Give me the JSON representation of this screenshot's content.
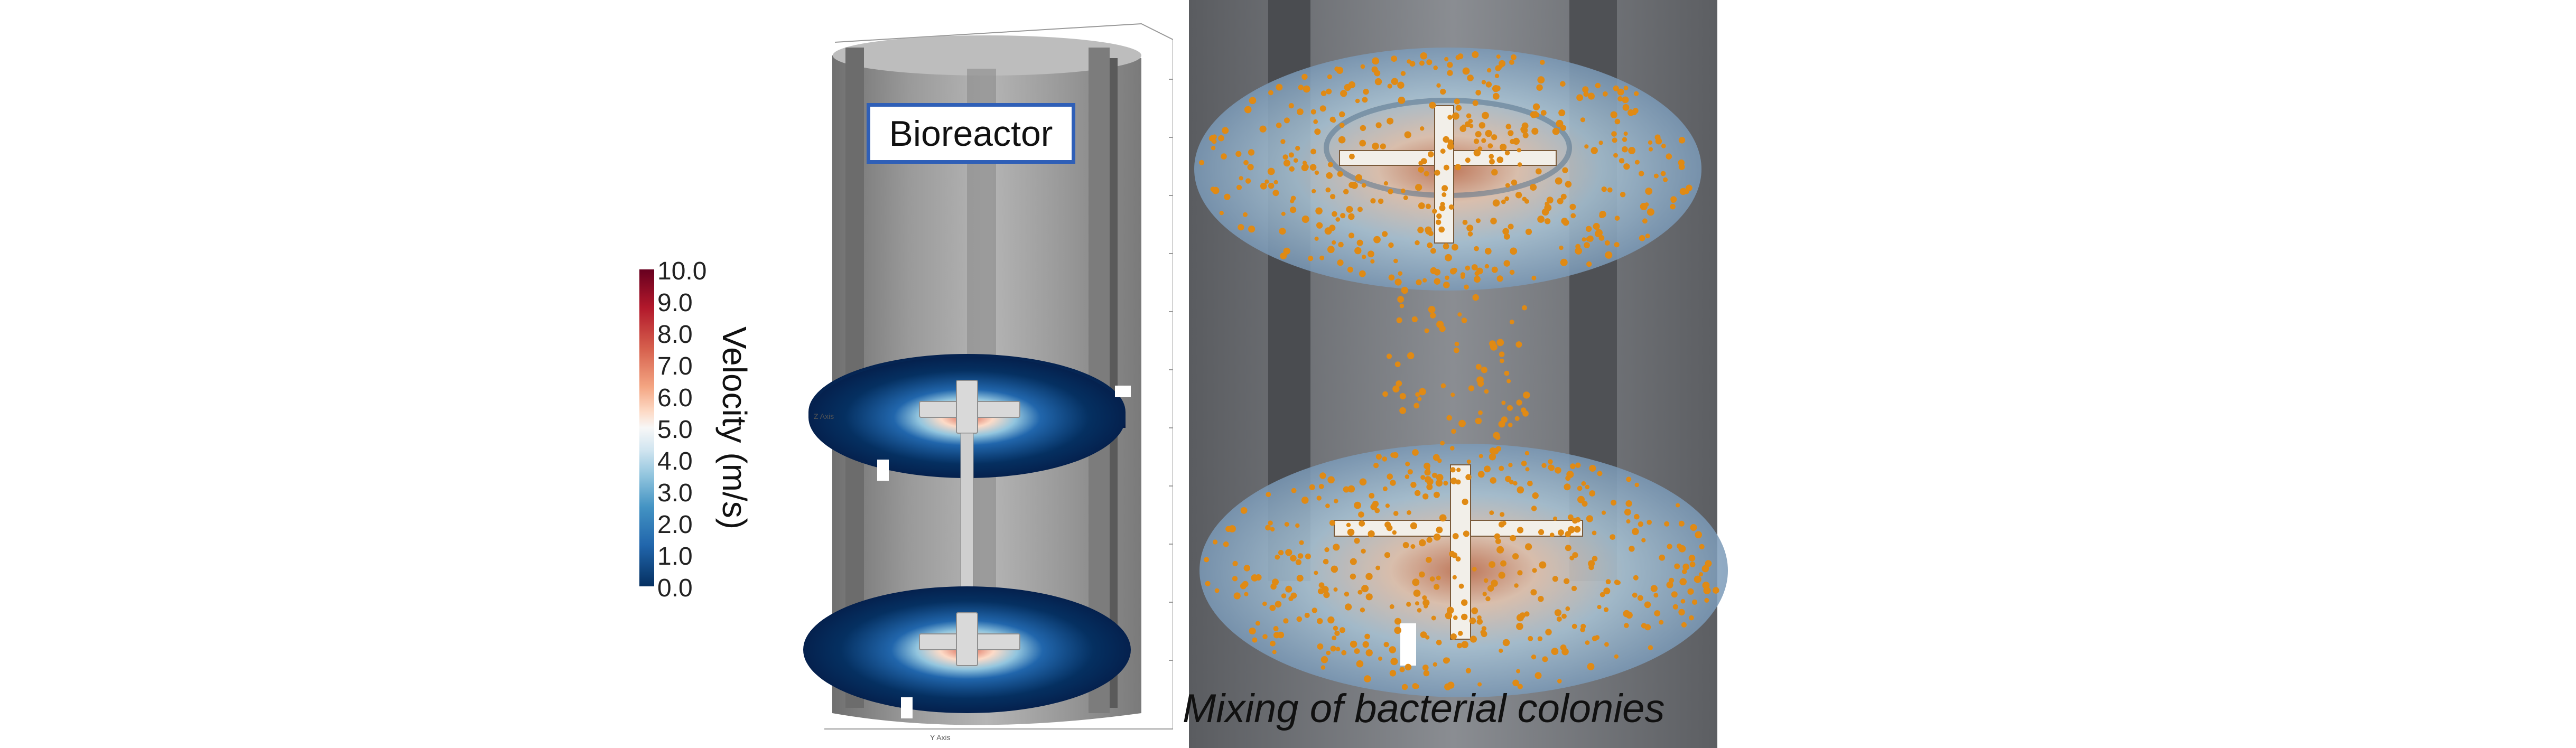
{
  "reactor_label": "Bioreactor",
  "caption": "Mixing of bacterial colonies",
  "colorbar": {
    "title": "Velocity (m/s)",
    "min": 0.0,
    "max": 10.0,
    "ticks": [
      "10.0",
      "9.0",
      "8.0",
      "7.0",
      "6.0",
      "5.0",
      "4.0",
      "3.0",
      "2.0",
      "1.0",
      "0.0"
    ],
    "colors": [
      "#67001f",
      "#b2182b",
      "#d6604d",
      "#f4a582",
      "#fddbc7",
      "#f7f7f7",
      "#d1e5f0",
      "#92c5de",
      "#4393c3",
      "#2166ac",
      "#053061"
    ]
  },
  "axis_labels": {
    "z": "Z Axis",
    "y": "Y Axis"
  },
  "particle_color": "#e08a14",
  "vessel_color": "#8c8c8c"
}
